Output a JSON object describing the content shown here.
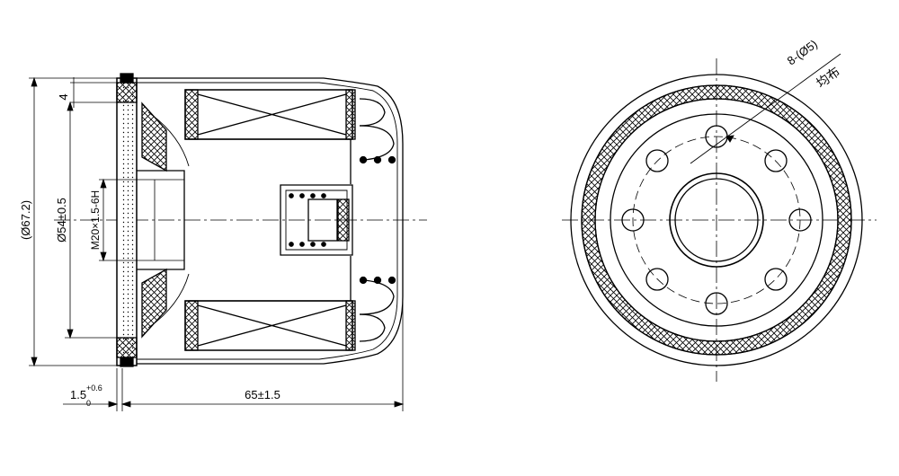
{
  "drawing": {
    "colors": {
      "line": "#000000",
      "background": "#ffffff"
    },
    "side_view": {
      "dims": {
        "top_thickness": "4",
        "body_dia": "(Ø67.2)",
        "gasket_dia": "Ø54±0.5",
        "thread": "M20×1.5-6H",
        "offset_base": "1.5",
        "offset_sup": "+0.6",
        "offset_sub": "0",
        "length": "65±1.5"
      }
    },
    "end_view": {
      "holes_label": "8-(Ø5)",
      "holes_note": "均布",
      "hole_count": 8
    }
  }
}
